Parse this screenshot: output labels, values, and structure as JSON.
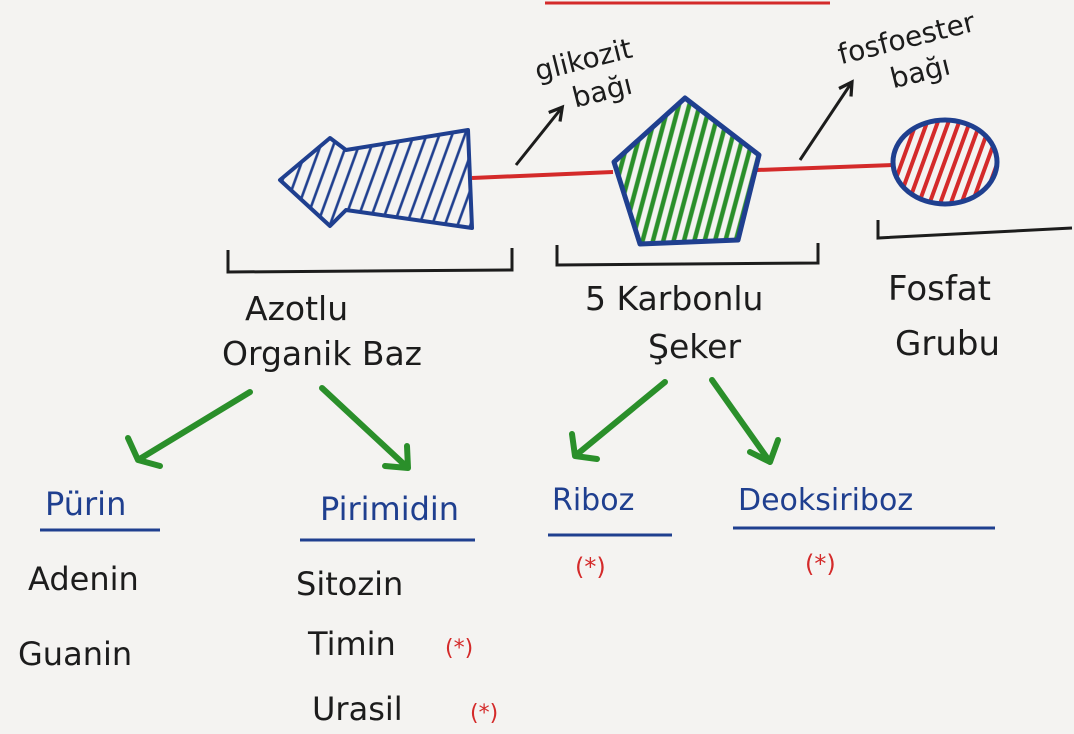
{
  "colors": {
    "ink": "#1c1c1c",
    "blue": "#1f3f8f",
    "green": "#2a8f2a",
    "red": "#d42a2a",
    "paper": "#f4f3f1"
  },
  "bonds": {
    "glycosidic": "glikozit\nbağı",
    "phosphoester": "fosfoester\nbağı"
  },
  "components": {
    "base": "Azotlu\nOrganik Baz",
    "sugar": "5 Karbonlu\nŞeker",
    "phosphate": "Fosfat\nGrubu"
  },
  "base_types": {
    "purine": {
      "title": "Pürin",
      "items": [
        "Adenin",
        "Guanin"
      ]
    },
    "pyrimidine": {
      "title": "Pirimidin",
      "items": [
        {
          "name": "Sitozin",
          "mark": ""
        },
        {
          "name": "Timin",
          "mark": "(*)"
        },
        {
          "name": "Urasil",
          "mark": "(*)"
        }
      ]
    }
  },
  "sugar_types": {
    "ribose": {
      "title": "Riboz",
      "mark": "(*)"
    },
    "deoxyribose": {
      "title": "Deoksiriboz",
      "mark": "(*)"
    }
  }
}
